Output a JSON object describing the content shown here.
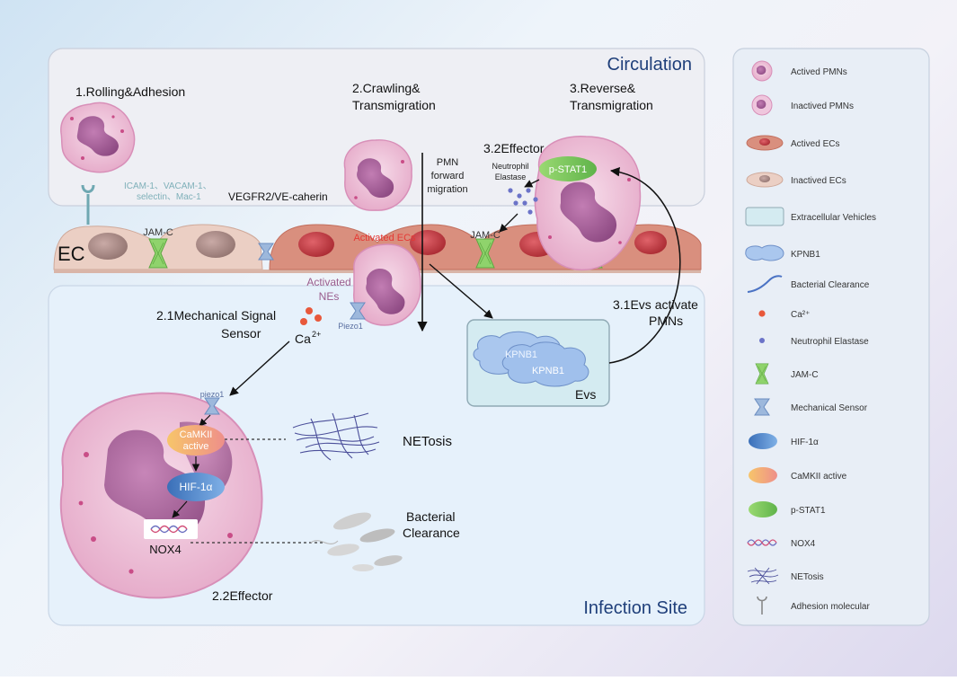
{
  "titles": {
    "circulation": "Circulation",
    "infection_site": "Infection Site"
  },
  "steps": {
    "rolling": "1.Rolling&Adhesion",
    "crawling_1": "2.Crawling&",
    "crawling_2": "Transmigration",
    "reverse_1": "3.Reverse&",
    "reverse_2": "Transmigration",
    "effector_32": "3.2Effector",
    "mech_1": "2.1Mechanical Signal",
    "mech_2": "Sensor",
    "evs_1": "3.1Evs activate",
    "evs_2": "PMNs",
    "effector_22": "2.2Effector"
  },
  "labels": {
    "icam_1": "ICAM-1、VACAM-1、",
    "icam_2": "selectin、Mac-1",
    "vegfr": "VEGFR2/VE-caherin",
    "pmn_1": "PMN",
    "pmn_2": "forward",
    "pmn_3": "migration",
    "ne_1": "Neutrophil",
    "ne_2": "Elastase",
    "pstat1": "p-STAT1",
    "ec": "EC",
    "jamc": "JAM-C",
    "activated_ecs": "Activated ECs",
    "activated_nes_1": "Activated",
    "activated_nes_2": "NEs",
    "piezo1_a": "Piezo1",
    "piezo1_b": "piezo1",
    "ca": "Ca",
    "ca_sup": "2+",
    "kpnb1": "KPNB1",
    "evs": "Evs",
    "camkii_1": "CaMKII",
    "camkii_2": "active",
    "hif": "HIF-1α",
    "nox4": "NOX4",
    "netosis": "NETosis",
    "bacterial_1": "Bacterial",
    "bacterial_2": "Clearance"
  },
  "legend": [
    {
      "label": "Actived PMNs"
    },
    {
      "label": "Inactived PMNs"
    },
    {
      "label": "Actived ECs"
    },
    {
      "label": "Inactived ECs"
    },
    {
      "label": "Extracellular Vehicles"
    },
    {
      "label": "KPNB1"
    },
    {
      "label": "Bacterial Clearance"
    },
    {
      "label": "Ca²⁺"
    },
    {
      "label": "Neutrophil Elastase"
    },
    {
      "label": "JAM-C"
    },
    {
      "label": "Mechanical Sensor"
    },
    {
      "label": "HIF-1α"
    },
    {
      "label": "CaMKII active"
    },
    {
      "label": "p-STAT1"
    },
    {
      "label": "NOX4"
    },
    {
      "label": "NETosis"
    },
    {
      "label": "Adhesion molecular"
    }
  ],
  "colors": {
    "cell_membrane": "#e7b3d0",
    "nucleus": "#a65b98",
    "ec_active": "#d98f7e",
    "ec_inactive": "#ebcfc4",
    "jamc": "#8fd36c",
    "hif": "#4d86c9",
    "pstat1": "#7cc85e",
    "red_text": "#e53935"
  }
}
